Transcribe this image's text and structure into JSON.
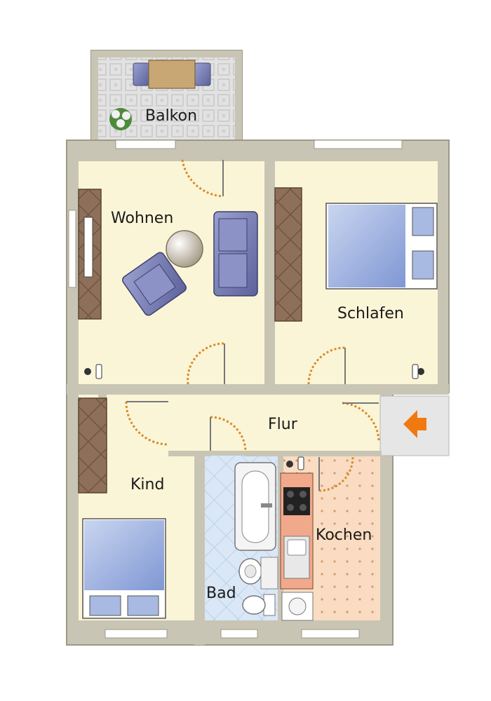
{
  "rooms": {
    "balkon": "Balkon",
    "wohnen": "Wohnen",
    "schlafen": "Schlafen",
    "flur": "Flur",
    "kind": "Kind",
    "bad": "Bad",
    "kochen": "Kochen"
  },
  "colors": {
    "wall": "#c9c5b4",
    "wall_edge": "#9d9986",
    "floor": "#fbf5d7",
    "bath_tile": "#d7e6f6",
    "kitchen_floor": "#f8d9bd",
    "balcony_tile": "#dedede",
    "door_arc": "#d88a2a",
    "entrance_arrow": "#f07a10",
    "furniture_blue": "#7f86bd",
    "bed_blue": "#a8b9e2",
    "wardrobe": "#8c6f55",
    "counter": "#f1a98c"
  }
}
